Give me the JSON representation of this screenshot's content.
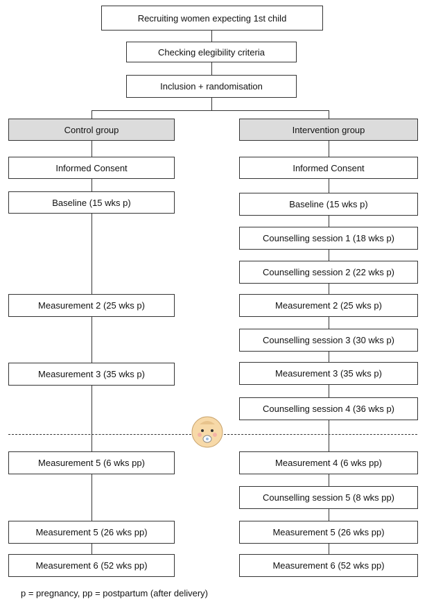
{
  "top": {
    "recruit": "Recruiting women expecting 1st child",
    "eligibility": "Checking elegibility criteria",
    "inclusion": "Inclusion + randomisation"
  },
  "control": {
    "header": "Control group",
    "steps": [
      "Informed Consent",
      "Baseline (15 wks p)",
      "Measurement 2 (25 wks p)",
      "Measurement 3 (35 wks p)",
      "Measurement 5 (6 wks pp)",
      "Measurement 5 (26 wks pp)",
      "Measurement 6 (52 wks pp)"
    ]
  },
  "intervention": {
    "header": "Intervention group",
    "steps": [
      "Informed Consent",
      "Baseline (15 wks p)",
      "Counselling session 1 (18 wks p)",
      "Counselling session 2 (22 wks p)",
      "Measurement 2 (25 wks p)",
      "Counselling session 3 (30 wks p)",
      "Measurement 3 (35 wks p)",
      "Counselling session 4 (36 wks p)",
      "Measurement 4 (6 wks pp)",
      "Counselling session 5 (8 wks pp)",
      "Measurement 5 (26 wks pp)",
      "Measurement 6 (52 wks pp)"
    ]
  },
  "divider_icon": "baby-face-icon",
  "footnote": "p = pregnancy, pp = postpartum (after delivery)"
}
